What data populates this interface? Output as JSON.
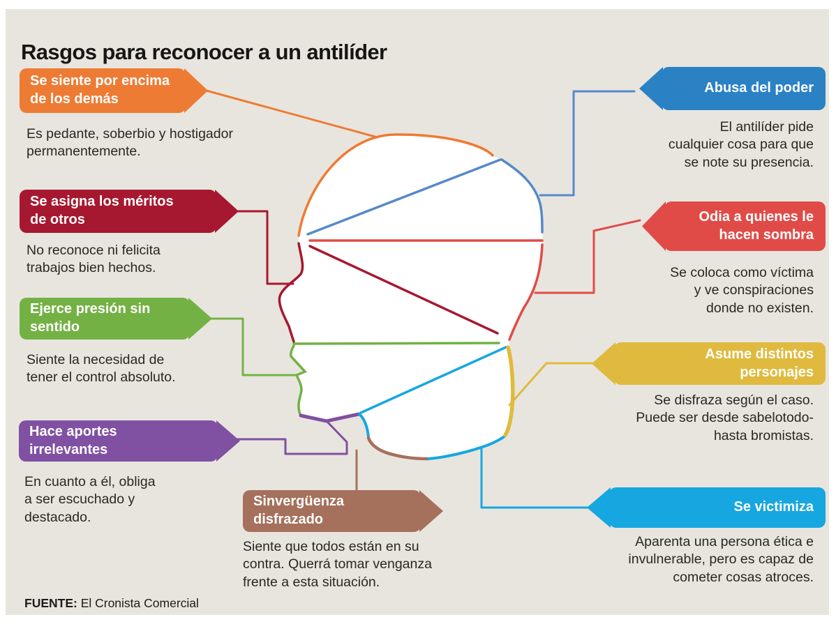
{
  "title": "Rasgos para reconocer a un antilíder",
  "source": {
    "label": "FUENTE:",
    "name": " El Cronista Comercial"
  },
  "colors": {
    "background": "#e8e5de",
    "orange": "#ee7b33",
    "dark_red": "#a6182f",
    "green": "#74b144",
    "purple": "#8050a2",
    "brown": "#a5705c",
    "blue_label": "#2a82c5",
    "blue_line": "#5589ca",
    "red": "#e04b48",
    "yellow": "#e0ba3e",
    "cyan": "#16a7e0",
    "head_fill": "#ffffff",
    "text": "#282824"
  },
  "traits": [
    {
      "label": "Se siente por encima\nde los demás",
      "description": "Es pedante, soberbio y hostigador\npermanentemente.",
      "color": "#ee7b33"
    },
    {
      "label": "Se asigna los méritos\nde otros",
      "description": "No reconoce ni felicita\ntrabajos bien hechos.",
      "color": "#a6182f"
    },
    {
      "label": "Ejerce presión sin\nsentido",
      "description": "Siente la necesidad de\ntener el control absoluto.",
      "color": "#74b144"
    },
    {
      "label": "Hace aportes\nirrelevantes",
      "description": "En cuanto a él, obliga\na ser escuchado y\ndestacado.",
      "color": "#8050a2"
    },
    {
      "label": "Sinvergüenza\ndisfrazado",
      "description": "Siente que todos están en su\ncontra. Querrá tomar venganza\nfrente a esta situación.",
      "color": "#a5705c"
    },
    {
      "label": "Abusa del poder",
      "description": "El antilíder pide\ncualquier cosa para que\nse note su presencia.",
      "color": "#2a82c5"
    },
    {
      "label": "Odia a quienes le\nhacen sombra",
      "description": "Se coloca como víctima\ny ve conspiraciones\ndonde no existen.",
      "color": "#e04b48"
    },
    {
      "label": "Asume distintos\npersonajes",
      "description": "Se disfraza según el caso.\nPuede ser desde sabelotodo-\nhasta bromistas.",
      "color": "#e0ba3e"
    },
    {
      "label": "Se victimiza",
      "description": "Aparenta una persona ética e\ninvulnerable, pero es capaz de\ncometer cosas atroces.",
      "color": "#16a7e0"
    }
  ]
}
